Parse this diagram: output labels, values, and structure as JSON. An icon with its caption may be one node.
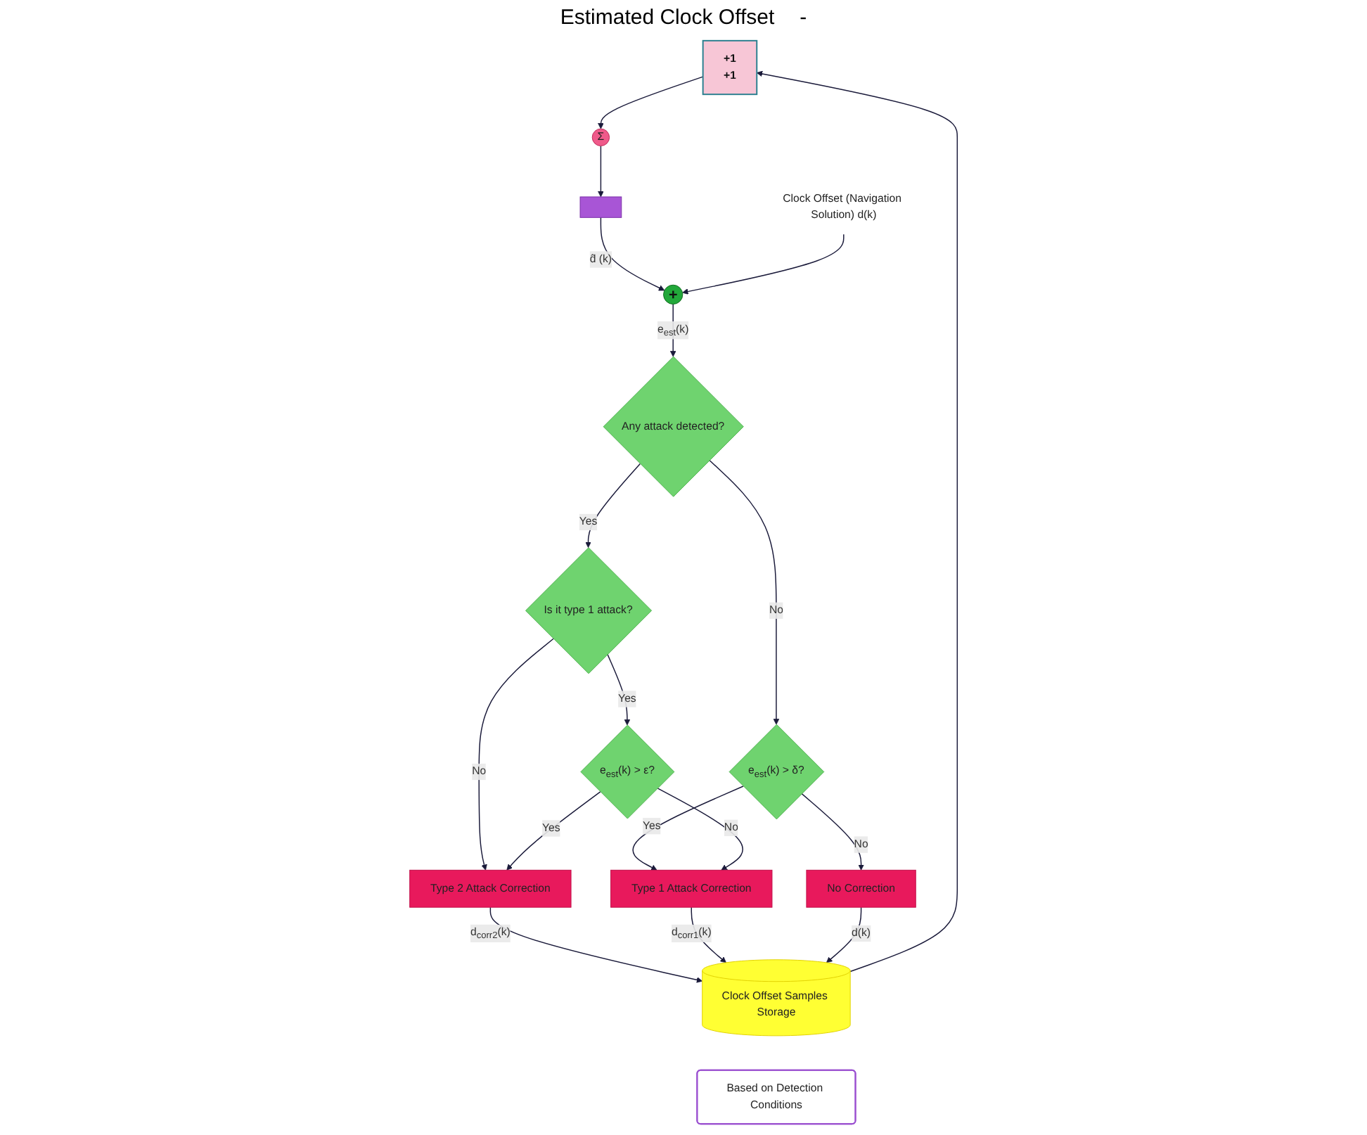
{
  "diagram": {
    "nodes": [
      {
        "text": [
          "+1",
          "+1"
        ]
      },
      {
        "text": [
          "Σ"
        ]
      },
      {
        "text": [],
        "shape": "box"
      },
      {
        "text": [
          "+"
        ]
      },
      {
        "text": [
          "Clock Offset (Navigation Solution) d(k)"
        ]
      },
      {
        "text": [
          "Any attack detected?"
        ]
      },
      {
        "text": [
          "e$_{est}$(k) > δ?"
        ]
      },
      {
        "text": [
          "Is it type 1 attack?"
        ]
      },
      {
        "text": [
          "e$_{est}$(k) > ε?"
        ]
      },
      {
        "text": [
          "Type 1 Attack Correction"
        ]
      },
      {
        "text": [
          "Type 2 Attack Correction"
        ]
      },
      {
        "text": [
          "No Correction"
        ]
      },
      {
        "text": [
          "Clock Offset Samples Storage"
        ]
      },
      {
        "text": [
          "Based on Detection Conditions"
        ]
      }
    ],
    "edges": [
      {
        "from": 0,
        "to": 1,
        "arrow": "to"
      },
      {
        "from": 1,
        "to": 2,
        "arrow": "to"
      },
      {
        "from": 2,
        "to": 3,
        "arrow": "to",
        "label": "d̂ (k)"
      },
      {
        "from": 4,
        "to": 3,
        "arrow": "to"
      },
      {
        "from": 3,
        "to": 5,
        "arrow": "to",
        "label": "e$_{est}$(k)"
      },
      {
        "from": 5,
        "to": 6,
        "arrow": "to",
        "label": "No"
      },
      {
        "from": 5,
        "to": 7,
        "arrow": "to",
        "label": "Yes"
      },
      {
        "from": 6,
        "to": 9,
        "arrow": "to",
        "label": "Yes"
      },
      {
        "from": 6,
        "to": 11,
        "arrow": "to",
        "label": "No"
      },
      {
        "from": 7,
        "to": 8,
        "arrow": "to",
        "label": "Yes"
      },
      {
        "from": 7,
        "to": 10,
        "arrow": "to",
        "label": "No"
      },
      {
        "from": 8,
        "to": 9,
        "arrow": "to",
        "label": "No"
      },
      {
        "from": 8,
        "to": 10,
        "arrow": "to",
        "label": "Yes"
      },
      {
        "from": 10,
        "to": 12,
        "arrow": "to",
        "label": "d$_{corr2}$(k)"
      },
      {
        "from": 9,
        "to": 12,
        "arrow": "to",
        "label": "d$_{corr1}$(k)"
      },
      {
        "from": 11,
        "to": 12,
        "arrow": "to",
        "label": "d(k)"
      },
      {
        "from": 12,
        "to": 0,
        "arrow": "to"
      }
    ],
    "labels": [
      "Estimated Clock Offset",
      "-"
    ]
  }
}
